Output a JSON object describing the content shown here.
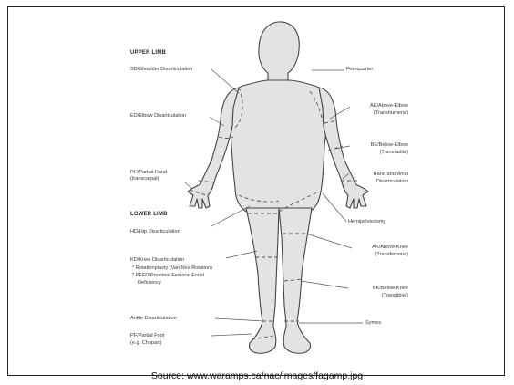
{
  "headings": {
    "upper_limb": "UPPER LIMB",
    "lower_limb": "LOWER LIMB"
  },
  "labels": {
    "sd": "SD/Shoulder Disarticulation",
    "ed": "ED/Elbow Disarticulation",
    "ph_1": "PH/Partial Hand",
    "ph_2": "(transcarpal)",
    "hd": "HD/Hip Disarticulation",
    "kd": "KD/Knee Disarticulation",
    "kd_note1": "* Rotationplasty (Van Nes Rotation)",
    "kd_note2": "* PFFD/Proximal Femoral Focal",
    "kd_note3": "Deficiency",
    "ankle": "Ankle Disarticulation",
    "pf_1": "PF/Partial Foot",
    "pf_2": "(e.g. Chopart)",
    "forequarter": "Forequarter",
    "ae_1": "AE/Above-Elbow",
    "ae_2": "(Transhumeral)",
    "be_1": "BE/Below-Elbow",
    "be_2": "(Transradial)",
    "hw_1": "Hand and Wrist",
    "hw_2": "Disarticulation",
    "hemi": "Hemipelvectomy",
    "ak_1": "AK/Above-Knee",
    "ak_2": "(Transfemoral)",
    "bk_1": "BK/Below-Knee",
    "bk_2": "(Transtibial)",
    "symes": "Symes"
  },
  "source": "Source: www.waramps.ca/nac/images/fagamp.jpg",
  "colors": {
    "body_fill": "#e3e3e3",
    "body_stroke": "#444444",
    "leader": "#555555",
    "text": "#3a3a3a"
  }
}
